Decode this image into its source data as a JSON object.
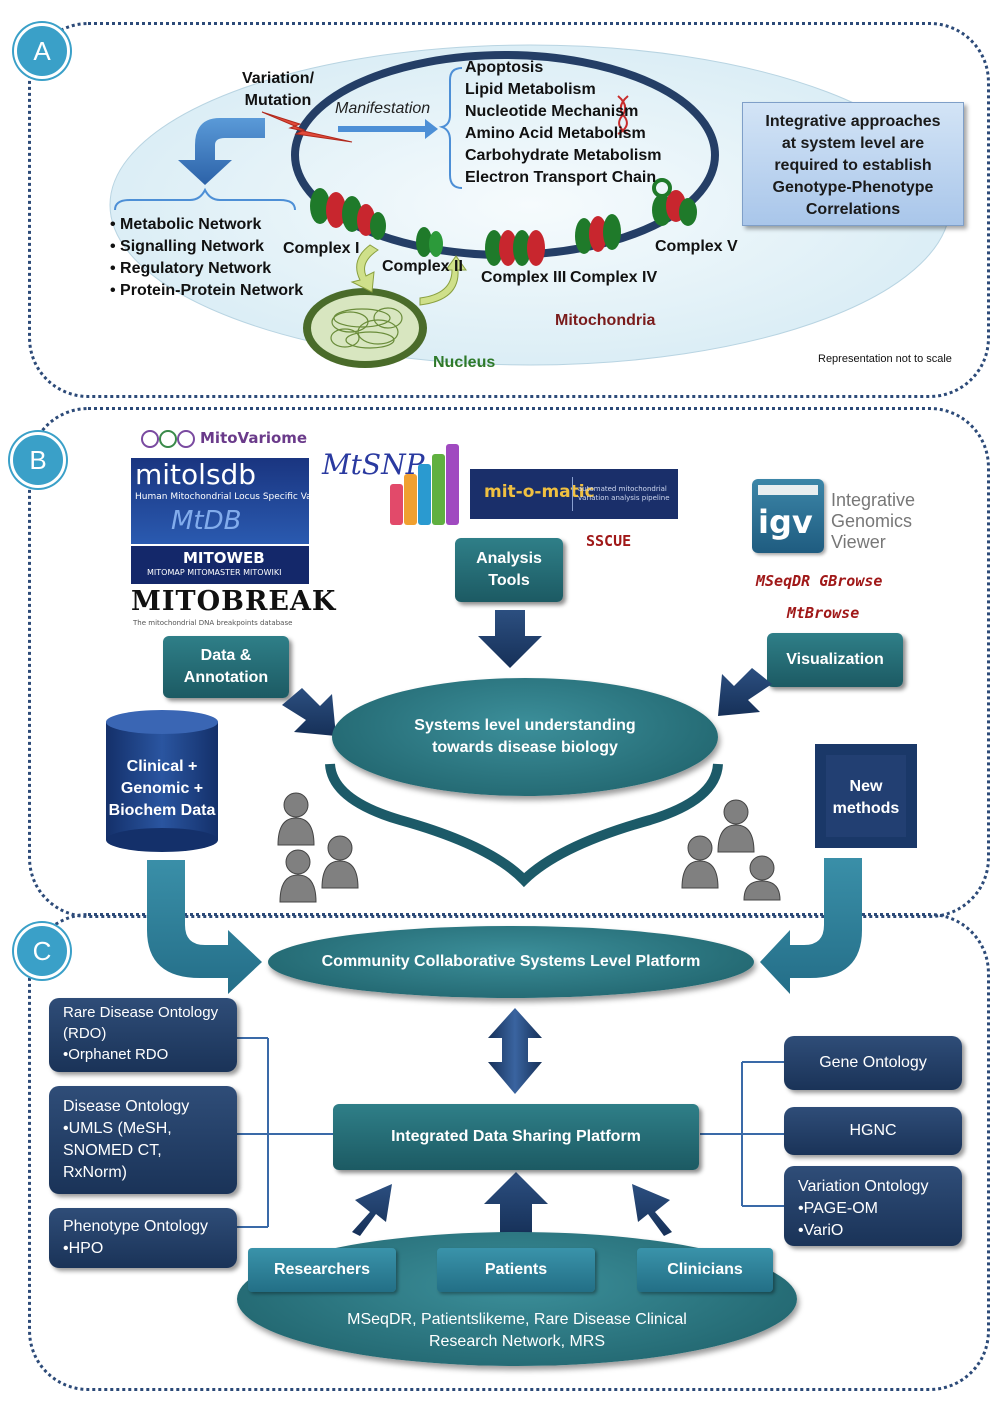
{
  "panels": {
    "a": "A",
    "b": "B",
    "c": "C"
  },
  "panel_a": {
    "variation": "Variation/\nMutation",
    "manifestation": "Manifestation",
    "processes": [
      "Apoptosis",
      "Lipid Metabolism",
      "Nucleotide Mechanism",
      "Amino Acid Metabolism",
      "Carbohydrate Metabolism",
      "Electron Transport Chain"
    ],
    "networks": [
      "• Metabolic Network",
      "• Signalling Network",
      "• Regulatory Network",
      "• Protein-Protein Network"
    ],
    "complexes": {
      "c1": "Complex I",
      "c2": "Complex II",
      "c3": "Complex III",
      "c4": "Complex IV",
      "c5": "Complex V"
    },
    "mitochondria": "Mitochondria",
    "nucleus": "Nucleus",
    "integrative_box": "Integrative approaches at system level are required to establish Genotype-Phenotype Correlations",
    "scale_note": "Representation not to scale"
  },
  "panel_b": {
    "logos": {
      "mitovariome": "MitoVariome",
      "mitolsdb": "mitolsdb",
      "mitolsdb_sub": "Human Mitochondrial Locus Specific Variation",
      "mitoweb": "MITOWEB",
      "mitoweb_sub": "MITOMAP  MITOMASTER  MITOWIKI",
      "mitobreak": "MITOBREAK",
      "mitobreak_sub": "The mitochondrial DNA breakpoints database",
      "mtsnp": "MtSNP",
      "mitomatic": "mit-o-matic",
      "mitomatic_sub": "automated mitochondrial variation analysis pipeline",
      "sscue": "SSCUE",
      "igv": "igv",
      "igv_text": "Integrative\nGenomics\nViewer",
      "mseqdr": "MSeqDR GBrowse",
      "mtbrowse": "MtBrowse"
    },
    "analysis_tools": "Analysis\nTools",
    "data_annotation": "Data &\nAnnotation",
    "visualization": "Visualization",
    "systems": "Systems level understanding\ntowards disease biology",
    "clinical": "Clinical +\nGenomic +\nBiochem Data",
    "new_methods": "New\nmethods"
  },
  "panel_c": {
    "community": "Community Collaborative Systems Level Platform",
    "integrated": "Integrated Data Sharing Platform",
    "left_boxes": [
      "Rare Disease Ontology\n(RDO)\n•Orphanet RDO",
      "Disease Ontology\n•UMLS (MeSH,\nSNOMED CT,\nRxNorm)",
      "Phenotype Ontology\n•HPO"
    ],
    "right_boxes": [
      "Gene Ontology",
      "HGNC",
      "Variation Ontology\n•PAGE-OM\n•VariO"
    ],
    "groups": [
      "Researchers",
      "Patients",
      "Clinicians"
    ],
    "networks": "MSeqDR, Patientslikeme, Rare Disease Clinical\nResearch Network, MRS"
  }
}
